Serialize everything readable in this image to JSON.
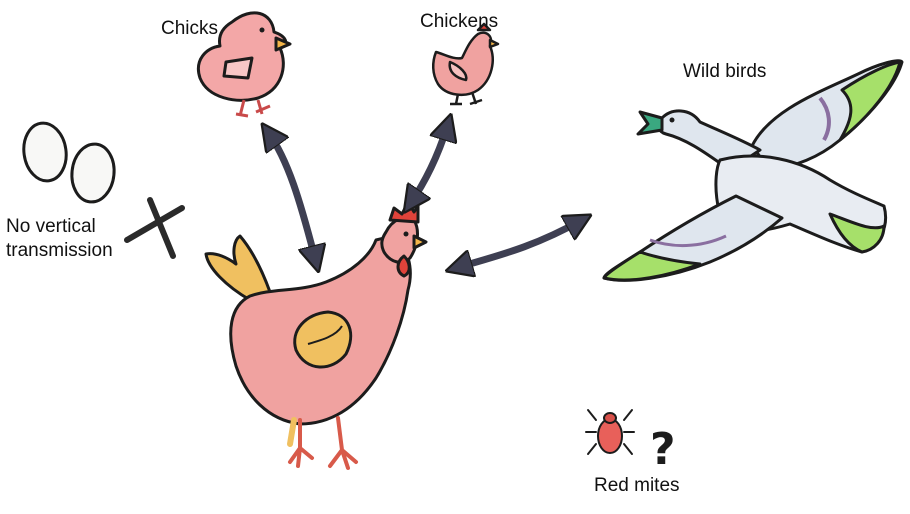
{
  "labels": {
    "chicks": "Chicks",
    "chickens": "Chickens",
    "wild_birds": "Wild birds",
    "no_vertical_line1": "No vertical",
    "no_vertical_line2": "transmission",
    "red_mites": "Red mites",
    "question_mark": "?"
  },
  "colors": {
    "hen_body": "#f0a2a0",
    "chick_body": "#f3a7a7",
    "comb": "#e0433a",
    "wing_tail": "#f0c060",
    "arrow": "#3e3f52",
    "outline": "#1c1c1c",
    "wild_bird_body": "#dfe6ee",
    "wild_bird_accent": "#a6e06a",
    "mite": "#e8605a"
  },
  "icons": [
    "hen",
    "chick",
    "chicken",
    "wild-bird",
    "eggs",
    "cross",
    "red-mite",
    "double-arrow"
  ]
}
